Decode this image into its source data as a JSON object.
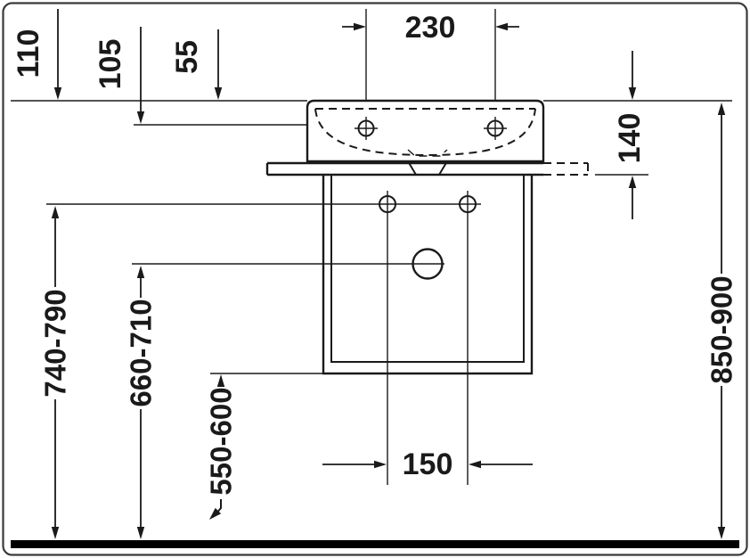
{
  "drawing": {
    "colors": {
      "line": "#1a1a1a",
      "background": "#ffffff",
      "ground": "#000000"
    },
    "dims": {
      "tap_distance": "230",
      "d110": "110",
      "d105": "105",
      "d55": "55",
      "d140": "140",
      "d150": "150",
      "h_740_790": "740-790",
      "h_660_710": "660-710",
      "h_550_600": "550-600",
      "h_850_900": "850-900"
    }
  }
}
